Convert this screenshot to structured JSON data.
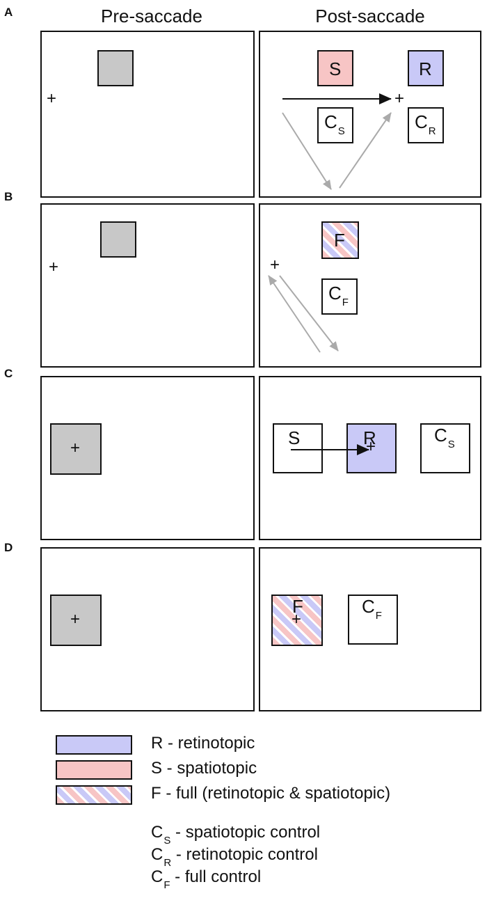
{
  "columns": {
    "pre": "Pre-saccade",
    "post": "Post-saccade"
  },
  "panels": {
    "a": "A",
    "b": "B",
    "c": "C",
    "d": "D"
  },
  "labels": {
    "S": "S",
    "R": "R",
    "F": "F",
    "C": "C",
    "sub_S": "S",
    "sub_R": "R",
    "sub_F": "F",
    "fixation": "+"
  },
  "legend": {
    "retinotopic": "R - retinotopic",
    "spatiotopic": "S - spatiotopic",
    "full": "F - full (retinotopic & spatiotopic)",
    "cs_sub": "S",
    "cs_text": " - spatiotopic control",
    "cr_sub": "R",
    "cr_text": " - retinotopic control",
    "cf_sub": "F",
    "cf_text": " - full control",
    "c": "C"
  },
  "colors": {
    "gray": "#c8c8c8",
    "retinotopic_blue": "#c9c9f7",
    "spatiotopic_red": "#f7c5c5",
    "arrow_black": "#111111",
    "arrow_gray": "#aaaaaa"
  }
}
